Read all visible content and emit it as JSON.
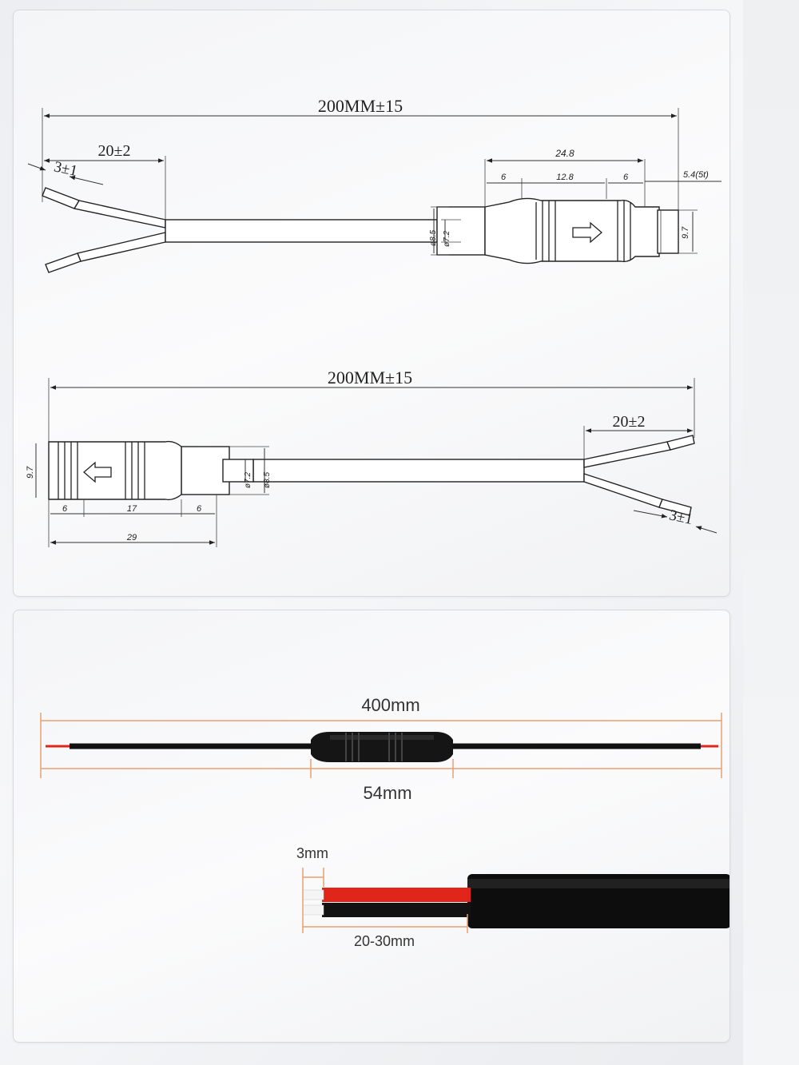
{
  "top_diagram": {
    "cable1": {
      "total_length": "200MM±15",
      "strip_length": "20±2",
      "tip_length": "3±1",
      "overall": "24.8",
      "seg_a": "6",
      "seg_b": "12.8",
      "seg_c": "6",
      "tip_dim": "5.4(5t)",
      "height": "9.7",
      "dia_outer": "ø8.5",
      "dia_inner": "ø7.2"
    },
    "cable2": {
      "total_length": "200MM±15",
      "strip_length": "20±2",
      "tip_length": "3±1",
      "height": "9.7",
      "seg_a": "6",
      "seg_b": "17",
      "seg_c": "6",
      "overall": "29",
      "dia_inner": "ø7.2",
      "dia_outer": "ø8.5"
    }
  },
  "bottom_photo": {
    "total_length": "400mm",
    "connector_length": "54mm",
    "tip_length": "3mm",
    "strip_length": "20-30mm",
    "colors": {
      "red": "#e0251b",
      "black": "#111111",
      "dim": "#e8a070"
    }
  }
}
